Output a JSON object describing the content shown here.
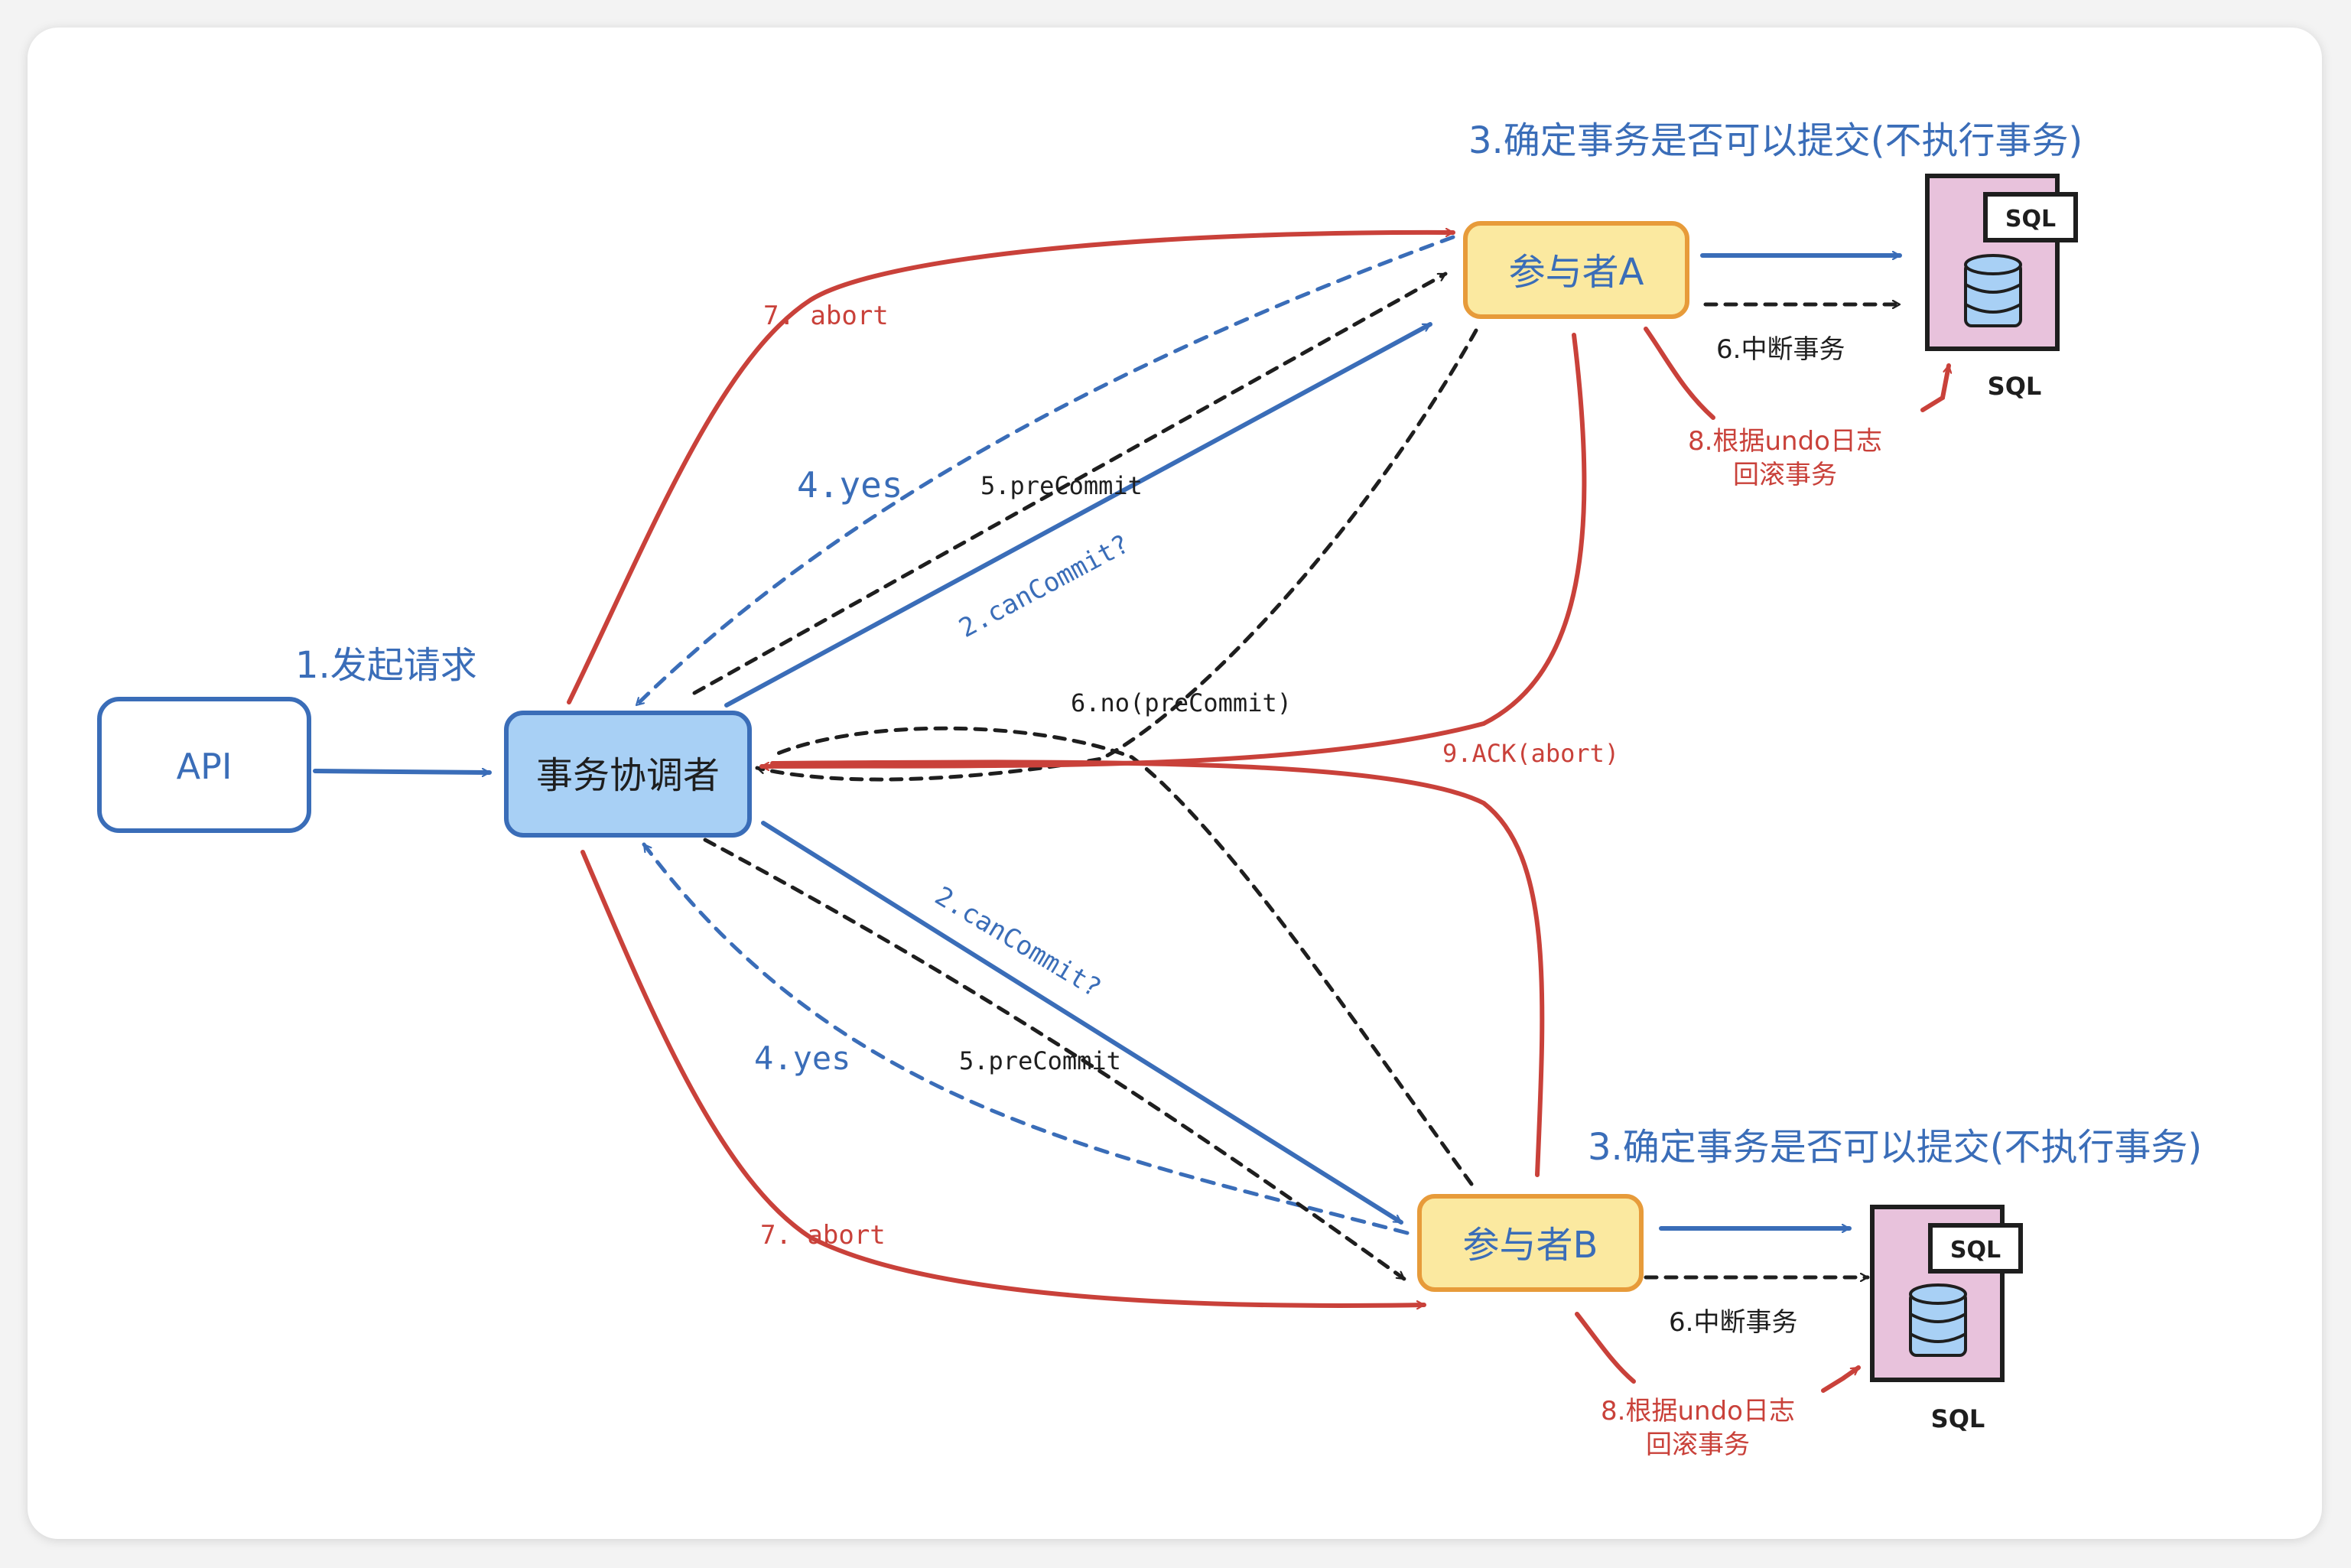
{
  "nodes": {
    "api": {
      "label": "API"
    },
    "coordinator": {
      "label": "事务协调者"
    },
    "participant_a": {
      "label": "参与者A"
    },
    "participant_b": {
      "label": "参与者B"
    },
    "db_a": {
      "tag": "SQL",
      "caption": "SQL",
      "icon": "database-icon"
    },
    "db_b": {
      "tag": "SQL",
      "caption": "SQL",
      "icon": "database-icon"
    }
  },
  "labels": {
    "step1": "1.发起请求",
    "step3_a": "3.确定事务是否可以提交(不执行事务)",
    "step3_b": "3.确定事务是否可以提交(不执行事务)",
    "step7_top": "7. abort",
    "step7_bottom": "7. abort",
    "step4_top": "4.yes",
    "step4_bottom": "4.yes",
    "step5_top": "5.preCommit",
    "step5_bottom": "5.preCommit",
    "step2_top": "2.canCommit?",
    "step2_bottom": "2.canCommit?",
    "step6_no": "6.no(preCommit)",
    "step9": "9.ACK(abort)",
    "step6_abort_a": "6.中断事务",
    "step6_abort_b": "6.中断事务",
    "step8_a_line1": "8.根据undo日志",
    "step8_a_line2": "回滚事务",
    "step8_b_line1": "8.根据undo日志",
    "step8_b_line2": "回滚事务"
  },
  "colors": {
    "blue": "#3a6db8",
    "red": "#c9413a",
    "black": "#1e1e1e",
    "coordinator_fill": "#a8d0f5",
    "participant_fill": "#fbe9a0",
    "participant_stroke": "#e79b3a",
    "db_fill": "#e8c2dc"
  }
}
